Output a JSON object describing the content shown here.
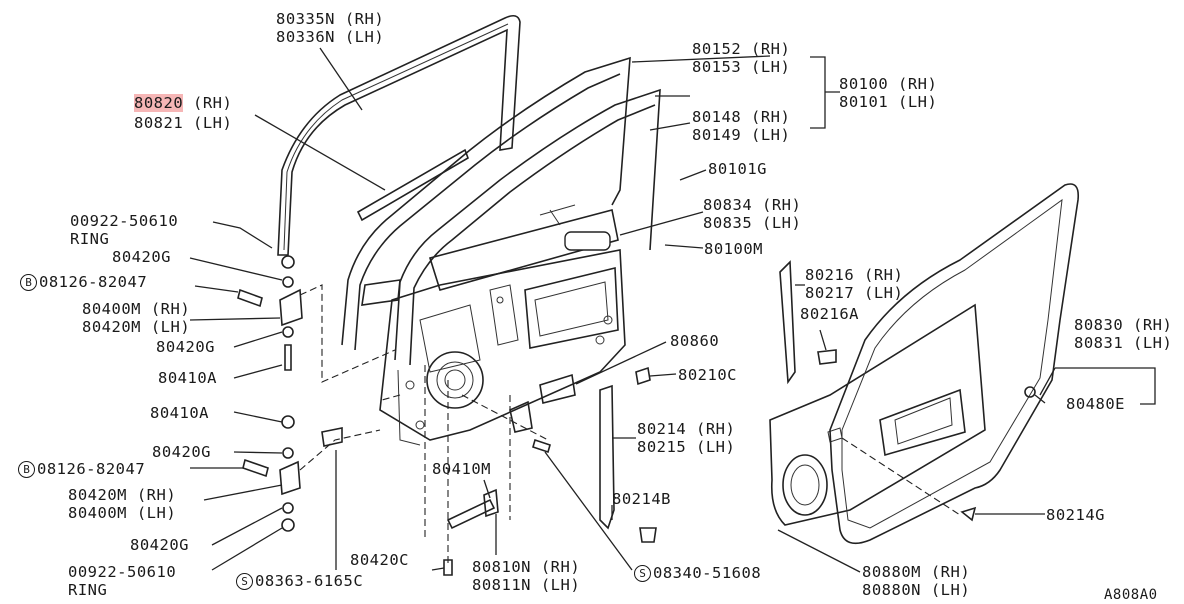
{
  "labels": {
    "l80335": "80335N (RH)\n80336N (LH)",
    "l80820": "80820",
    "l80820rh": "(RH)",
    "l80821": "80821 (LH)",
    "l80152": "80152 (RH)\n80153 (LH)",
    "l80100": "80100 (RH)\n80101 (LH)",
    "l80148": "80148 (RH)\n80149 (LH)",
    "l80101g": "80101G",
    "l80834": "80834 (RH)\n80835 (LH)",
    "l80100m": "80100M",
    "l00922a": "00922-50610\nRING",
    "l80420g_a": "80420G",
    "l08126a": "08126-82047",
    "l80400m": "80400M (RH)\n80420M (LH)",
    "l80420g_b": "80420G",
    "l80410a_a": "80410A",
    "l80410a_b": "80410A",
    "l80420g_c": "80420G",
    "l08126b": "08126-82047",
    "l80420m": "80420M (RH)\n80400M (LH)",
    "l80420g_d": "80420G",
    "l00922b": "00922-50610\nRING",
    "l80420c": "80420C",
    "l08363": "08363-6165C",
    "l80410m": "80410M",
    "l80810n": "80810N (RH)\n80811N (LH)",
    "l08340": "08340-51608",
    "l80860": "80860",
    "l80210c": "80210C",
    "l80214": "80214 (RH)\n80215 (LH)",
    "l80214b": "80214B",
    "l80216": "80216 (RH)\n80217 (LH)",
    "l80216a": "80216A",
    "l80830": "80830 (RH)\n80831 (LH)",
    "l80480e": "80480E",
    "l80214g": "80214G",
    "l80880m": "80880M (RH)\n80880N (LH)",
    "lref": "A808A0",
    "sym_b1": "B",
    "sym_b2": "B",
    "sym_s1": "S",
    "sym_s2": "S"
  },
  "colors": {
    "highlight": "#f6b6b6",
    "ink": "#1a1a1a"
  }
}
